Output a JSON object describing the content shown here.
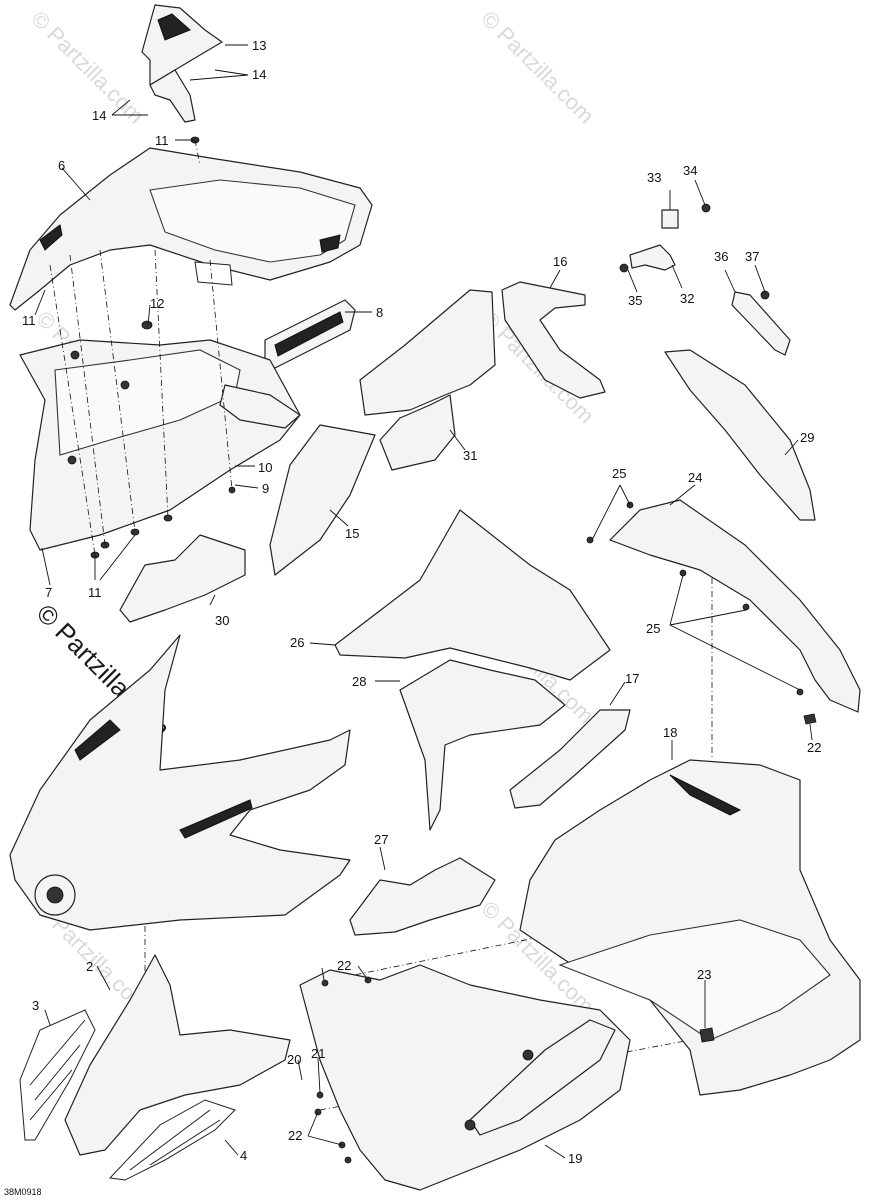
{
  "diagram": {
    "drawing_code": "38M0918",
    "callouts": [
      "13",
      "14",
      "14",
      "11",
      "6",
      "11",
      "12",
      "8",
      "10",
      "9",
      "7",
      "11",
      "30",
      "15",
      "31",
      "16",
      "33",
      "34",
      "35",
      "32",
      "36",
      "37",
      "29",
      "25",
      "24",
      "25",
      "22",
      "26",
      "28",
      "17",
      "18",
      "2",
      "27",
      "22",
      "23",
      "3",
      "20",
      "21",
      "22",
      "4",
      "19"
    ],
    "watermark": "© Partzilla.com",
    "watermark_main": "© Partzilla.com"
  }
}
